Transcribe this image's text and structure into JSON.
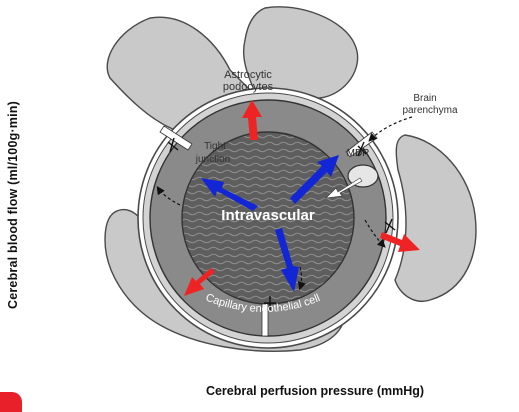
{
  "axes": {
    "y_label": "Cerebral blood flow (ml/100g·min)",
    "x_label": "Cerebral perfusion pressure (mmHg)"
  },
  "diagram": {
    "labels": {
      "astrocytic": "Astrocytic",
      "podocytes": "podocytes",
      "brain": "Brain",
      "parenchyma": "parenchyma",
      "tight": "Tight",
      "junction": "junction",
      "mdr": "MDR",
      "intravascular": "Intravascular",
      "endothelial": "Capillary endothelial cell"
    }
  },
  "colors": {
    "astrocyte_fill": "#c9c9c9",
    "endothelium_fill": "#8a8a8a",
    "lumen_fill": "#5e5e5e",
    "arrow_blue": "#1226d6",
    "arrow_red": "#ee2424",
    "brand_red": "#e8202a"
  }
}
